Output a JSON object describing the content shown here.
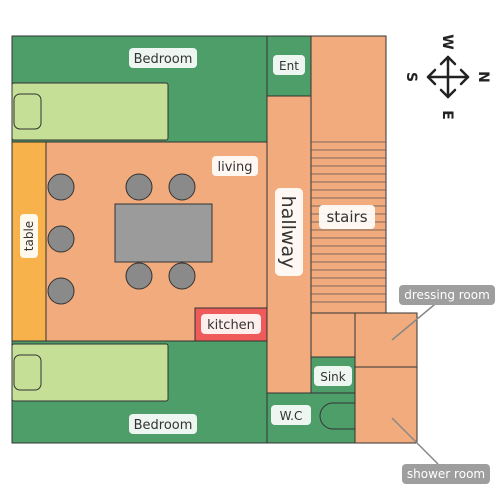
{
  "rooms": {
    "bedroom_top": "Bedroom",
    "bedroom_bottom": "Bedroom",
    "entrance": "Ent",
    "living": "living",
    "table": "table",
    "hallway": "hallway",
    "stairs": "stairs",
    "kitchen": "kitchen",
    "sink": "Sink",
    "wc": "W.C"
  },
  "callouts": {
    "dressing_room": "dressing room",
    "shower_room": "shower room"
  },
  "compass": {
    "top": "W",
    "bottom": "E",
    "left": "S",
    "right": "N"
  },
  "colors": {
    "bedroom": "#4e9e6a",
    "bed": "#c5df97",
    "floor": "#f2ab7c",
    "table_strip": "#f7b24b",
    "dining_table": "#9b9b9b",
    "chair": "#8a8a8a",
    "kitchen": "#ef5a5a",
    "callout_bg": "#9e9e9e",
    "outline": "#333333"
  }
}
